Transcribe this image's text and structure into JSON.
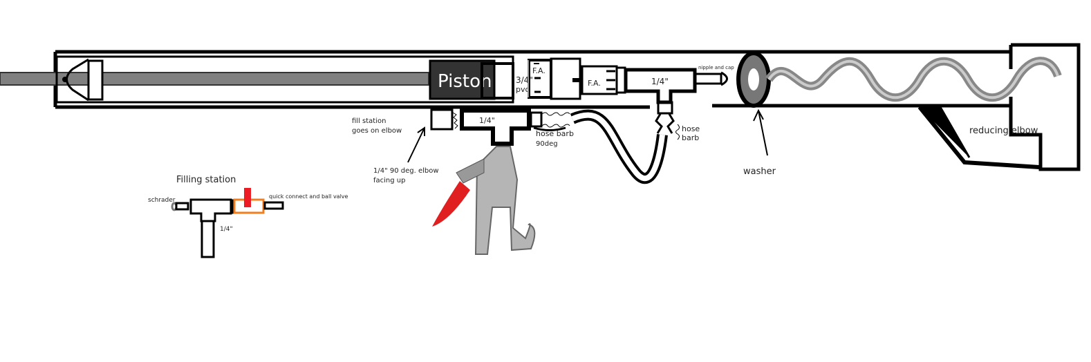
{
  "labels": {
    "piston": "Piston",
    "pvc_size": "3/4\"",
    "pvc": "pvc",
    "fa1": "F.A.",
    "fa2": "F.A.",
    "tee_top": "1/4\"",
    "nipple_cap": "nipple and cap",
    "tee_bottom": "1/4\"",
    "fill_station_1": "fill station",
    "fill_station_2": "goes on elbow",
    "elbow_1": "1/4\" 90 deg. elbow",
    "elbow_2": "facing up",
    "hose_barb_1": "hose barb",
    "hose_barb_2": "90deg",
    "hose_barb_right_1": "hose",
    "hose_barb_right_2": "barb",
    "washer": "washer",
    "reducing_elbow": "reducing elbow"
  },
  "filling_station": {
    "title": "Filling station",
    "schrader": "schrader",
    "quick_connect": "quick connect and ball valve",
    "size": "1/4\""
  },
  "colors": {
    "line": "#000000",
    "piston": "#333333",
    "rod": "#808080",
    "valve_body": "#f07f22",
    "valve_handle": "#ed1c24",
    "trigger": "#e02020"
  }
}
